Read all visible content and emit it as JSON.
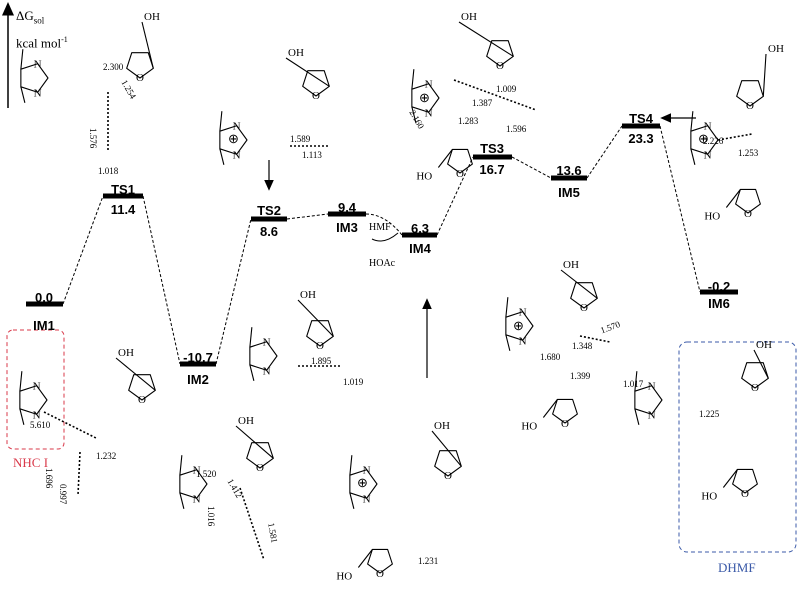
{
  "axis": {
    "quantity": "ΔG",
    "subscript": "sol",
    "unit": "kcal mol",
    "unit_exp": "-1"
  },
  "levels": [
    {
      "id": "IM1",
      "energy": "0.0"
    },
    {
      "id": "TS1",
      "energy": "11.4"
    },
    {
      "id": "IM2",
      "energy": "-10.7"
    },
    {
      "id": "TS2",
      "energy": "8.6"
    },
    {
      "id": "IM3",
      "energy": "9.4"
    },
    {
      "id": "IM4",
      "energy": "6.3"
    },
    {
      "id": "TS3",
      "energy": "16.7"
    },
    {
      "id": "IM5",
      "energy": "13.6"
    },
    {
      "id": "TS4",
      "energy": "23.3"
    },
    {
      "id": "IM6",
      "energy": "-0.2"
    }
  ],
  "annotations": {
    "hmf": "HMF",
    "hoac": "HOAc"
  },
  "boxes": {
    "nhc": "NHC I",
    "dhmf": "DHMF"
  },
  "distances": {
    "ts1": [
      "2.300",
      "1.254",
      "1.576",
      "1.018"
    ],
    "ts2": [
      "1.589",
      "1.113"
    ],
    "ts3": [
      "1.009",
      "1.387",
      "2.160",
      "1.283",
      "1.596"
    ],
    "ts4": [
      "2.226",
      "1.253"
    ],
    "im1": [
      "5.610",
      "1.232",
      "1.696",
      "0.997"
    ],
    "im2": [
      "1.520",
      "1.412",
      "1.016",
      "1.581"
    ],
    "im3": [
      "1.895",
      "1.019"
    ],
    "im4": [
      "1.231"
    ],
    "im5": [
      "1.570",
      "1.348",
      "1.680",
      "1.399",
      "1.017"
    ],
    "im6": [
      "1.225"
    ]
  },
  "atoms": {
    "N": "N",
    "O": "O",
    "H": "H",
    "OH": "OH",
    "HO": "HO",
    "plus": "⊕",
    "minus": "-"
  },
  "colors": {
    "nhc_box": "#d9394a",
    "dhmf_box": "#3b5aa8",
    "line": "#000000"
  }
}
